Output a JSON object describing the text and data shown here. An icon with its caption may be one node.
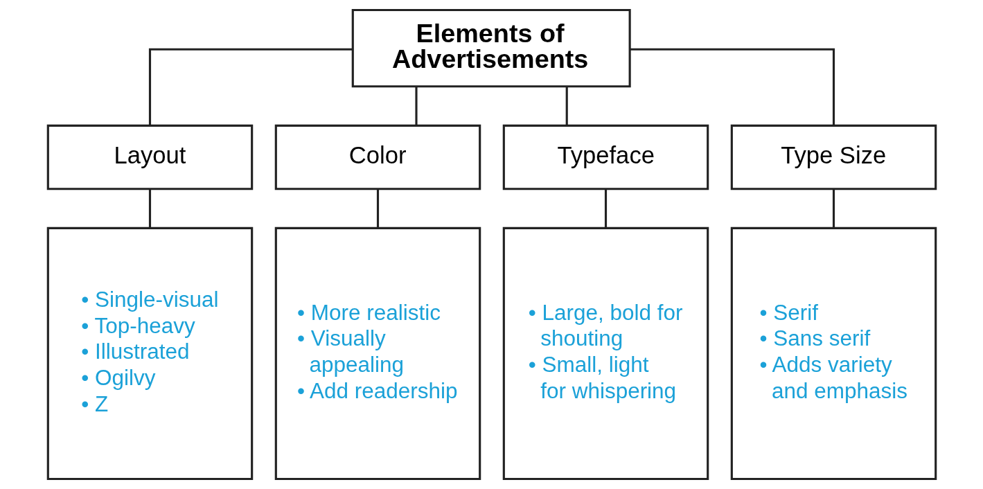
{
  "diagram": {
    "nodes": [
      {
        "text": [
          "Elements of Advertisements"
        ]
      },
      {
        "text": [
          "Layout"
        ]
      },
      {
        "text": [
          "Color"
        ]
      },
      {
        "text": [
          "Typeface"
        ]
      },
      {
        "text": [
          "Type Size"
        ]
      },
      {
        "text": [
          "• Single-visual",
          "• Top-heavy",
          "• Illustrated",
          "• Ogilvy",
          "• Z"
        ]
      },
      {
        "text": [
          "• More realistic",
          "• Visually appealing",
          "• Add readership"
        ]
      },
      {
        "text": [
          "• Large, bold for shouting",
          "• Small, light for whispering"
        ]
      },
      {
        "text": [
          "• Serif",
          "• Sans serif",
          "• Adds variety and emphasis"
        ]
      }
    ],
    "edges": [
      {
        "from": 0,
        "to": 1,
        "arrow": "none"
      },
      {
        "from": 0,
        "to": 2,
        "arrow": "none"
      },
      {
        "from": 0,
        "to": 3,
        "arrow": "none"
      },
      {
        "from": 0,
        "to": 4,
        "arrow": "none"
      },
      {
        "from": 1,
        "to": 5,
        "arrow": "none"
      },
      {
        "from": 2,
        "to": 6,
        "arrow": "none"
      },
      {
        "from": 3,
        "to": 7,
        "arrow": "none"
      },
      {
        "from": 4,
        "to": 8,
        "arrow": "none"
      }
    ]
  }
}
